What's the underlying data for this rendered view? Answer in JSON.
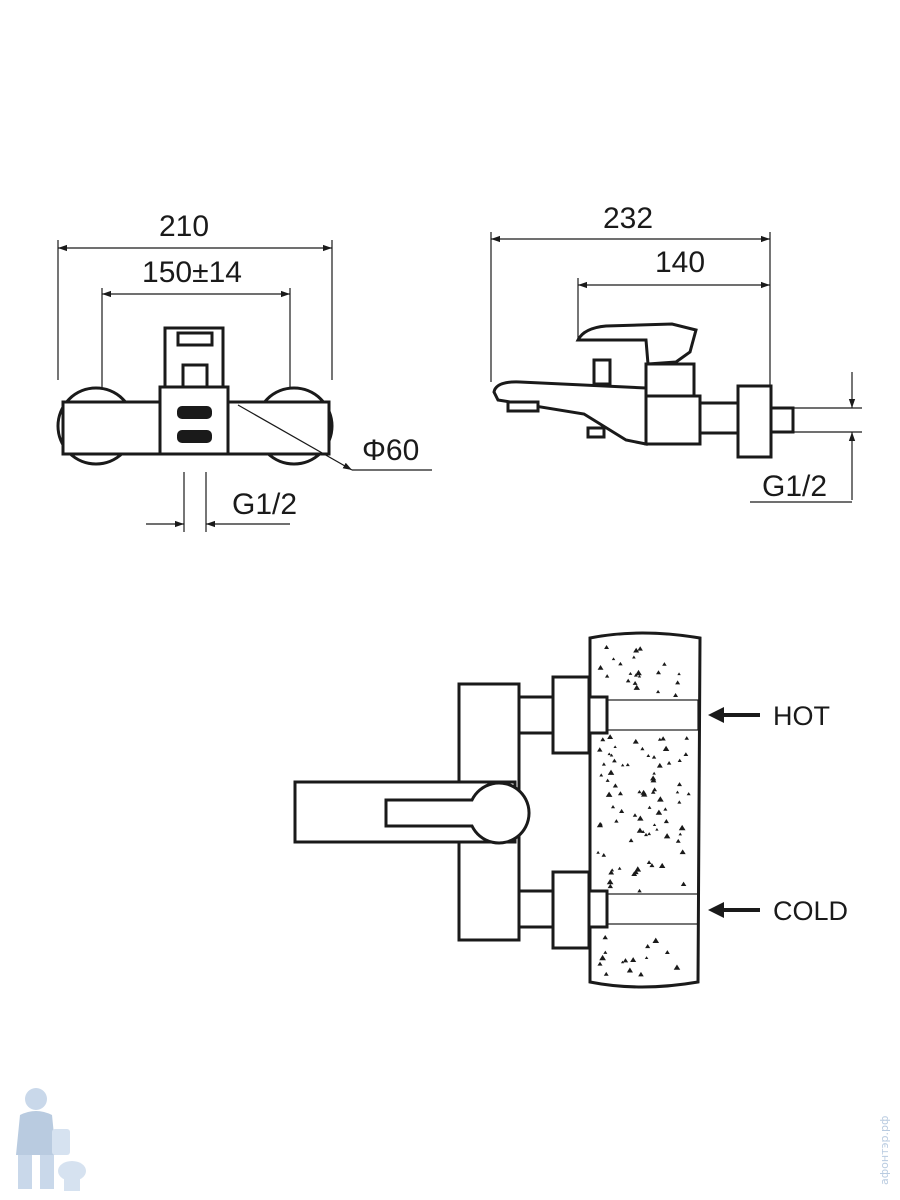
{
  "front_view": {
    "overall_width": "210",
    "center_distance": "150±14",
    "diameter": "Φ60",
    "thread": "G1/2"
  },
  "side_view": {
    "overall_depth": "232",
    "spout_depth": "140",
    "thread": "G1/2"
  },
  "installation_view": {
    "hot_label": "HOT",
    "cold_label": "COLD"
  },
  "watermark": {
    "logo_icon": "plumber-logo-icon",
    "site_text": "афонтэр.рф"
  },
  "colors": {
    "line": "#1a1a1a",
    "watermark": "#b9cbe0"
  }
}
